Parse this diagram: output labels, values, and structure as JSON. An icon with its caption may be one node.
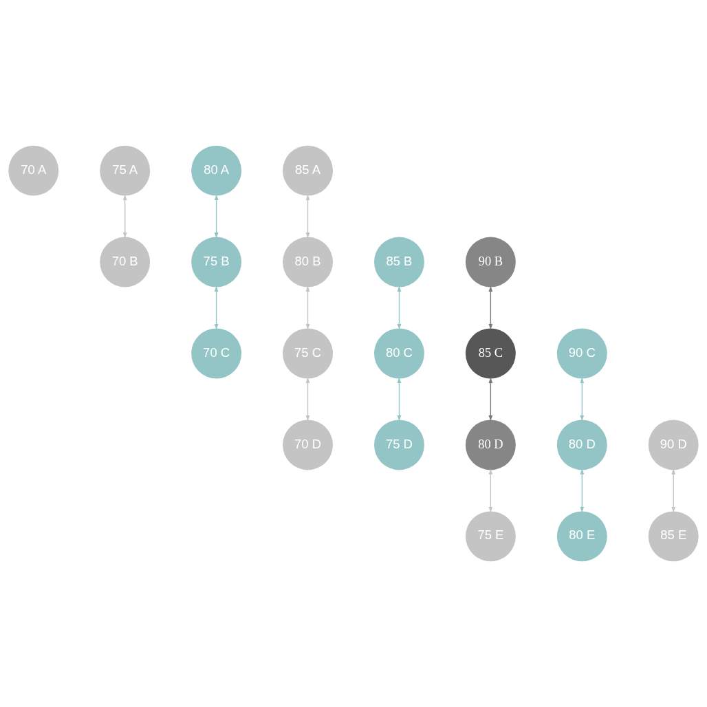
{
  "diagram": {
    "nodes": [
      {
        "text": [
          "70 A"
        ]
      },
      {
        "text": [
          "75 A"
        ]
      },
      {
        "text": [
          "80 A"
        ]
      },
      {
        "text": [
          "85 A"
        ]
      },
      {
        "text": [
          "70 B"
        ]
      },
      {
        "text": [
          "75 B"
        ]
      },
      {
        "text": [
          "80 B"
        ]
      },
      {
        "text": [
          "85 B"
        ]
      },
      {
        "text": [
          "90 B"
        ]
      },
      {
        "text": [
          "70 C"
        ]
      },
      {
        "text": [
          "75 C"
        ]
      },
      {
        "text": [
          "80 C"
        ]
      },
      {
        "text": [
          "85 C"
        ]
      },
      {
        "text": [
          "90 C"
        ]
      },
      {
        "text": [
          "70 D"
        ]
      },
      {
        "text": [
          "75 D"
        ]
      },
      {
        "text": [
          "80 D"
        ]
      },
      {
        "text": [
          "80 D"
        ]
      },
      {
        "text": [
          "90 D"
        ]
      },
      {
        "text": [
          "75 E"
        ]
      },
      {
        "text": [
          "80 E"
        ]
      },
      {
        "text": [
          "85 E"
        ]
      }
    ],
    "edges": [
      {
        "from": 4,
        "to": 1,
        "arrow": "both",
        "color": "#c4c4c4"
      },
      {
        "from": 5,
        "to": 2,
        "arrow": "both",
        "color": "#94c5c6"
      },
      {
        "from": 6,
        "to": 3,
        "arrow": "both",
        "color": "#c4c4c4"
      },
      {
        "from": 9,
        "to": 5,
        "arrow": "both",
        "color": "#94c5c6"
      },
      {
        "from": 10,
        "to": 6,
        "arrow": "both",
        "color": "#c4c4c4"
      },
      {
        "from": 11,
        "to": 7,
        "arrow": "both",
        "color": "#94c5c6"
      },
      {
        "from": 12,
        "to": 8,
        "arrow": "both",
        "color": "#7a7a7a"
      },
      {
        "from": 14,
        "to": 10,
        "arrow": "both",
        "color": "#c4c4c4"
      },
      {
        "from": 15,
        "to": 11,
        "arrow": "both",
        "color": "#94c5c6"
      },
      {
        "from": 16,
        "to": 12,
        "arrow": "both",
        "color": "#7a7a7a"
      },
      {
        "from": 17,
        "to": 13,
        "arrow": "both",
        "color": "#94c5c6"
      },
      {
        "from": 19,
        "to": 16,
        "arrow": "both",
        "color": "#c4c4c4"
      },
      {
        "from": 20,
        "to": 17,
        "arrow": "both",
        "color": "#94c5c6"
      },
      {
        "from": 21,
        "to": 18,
        "arrow": "both",
        "color": "#c4c4c4"
      }
    ]
  }
}
